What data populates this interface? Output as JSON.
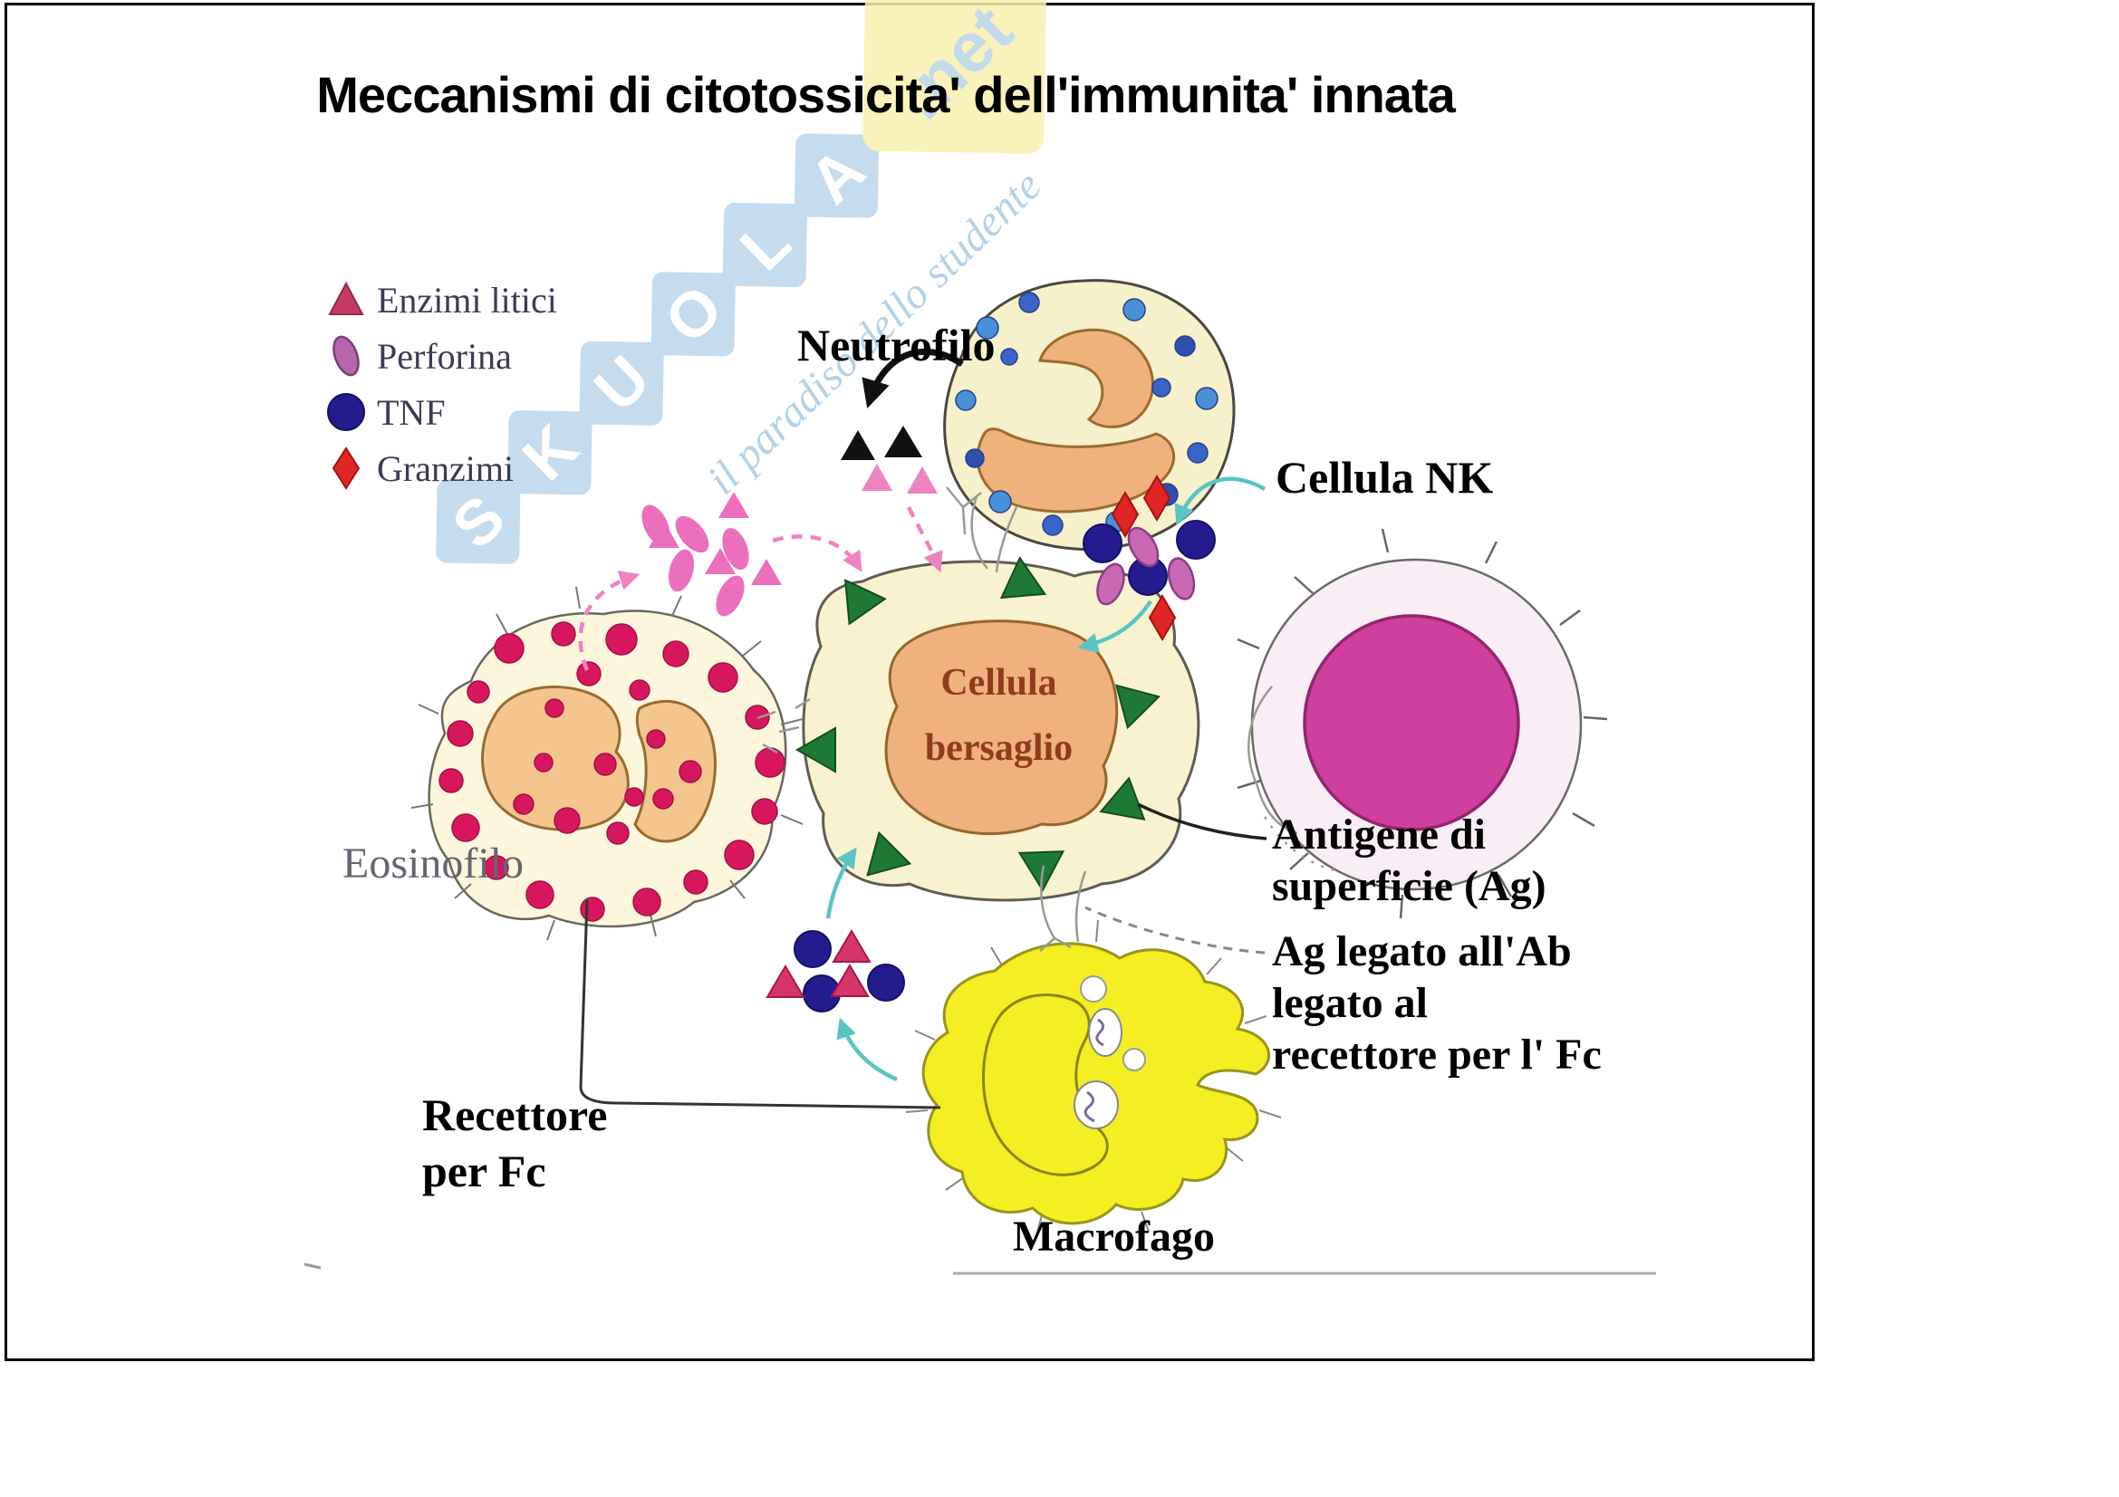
{
  "title": "Meccanismi di citotossicita' dell'immunita' innata",
  "watermark": {
    "letters": [
      "S",
      "K",
      "U",
      "O",
      "L",
      "A"
    ],
    "suffix": ".net",
    "tagline": "il paradiso dello studente"
  },
  "legend": {
    "items": [
      {
        "label": "Enzimi litici",
        "icon": "lytic-enzyme-triangle",
        "color": "#c23b62"
      },
      {
        "label": "Perforina",
        "icon": "perforin-bean",
        "color": "#b765ae"
      },
      {
        "label": "TNF",
        "icon": "tnf-circle",
        "color": "#241c8e"
      },
      {
        "label": "Granzimi",
        "icon": "granzyme-diamond",
        "color": "#e02525"
      }
    ]
  },
  "cells": {
    "neutrophil": {
      "label": "Neutrofilo"
    },
    "nk": {
      "label": "Cellula NK"
    },
    "target": {
      "line1": "Cellula",
      "line2": "bersaglio"
    },
    "eosinophil": {
      "label": "Eosinofilo"
    },
    "macrophage": {
      "label": "Macrofago"
    }
  },
  "annotations": {
    "surface_antigen": {
      "line1": "Antigene di",
      "line2": "superficie (Ag)"
    },
    "ag_ab_fc": {
      "line1": "Ag legato all'Ab",
      "line2": "legato al",
      "line3": "recettore per l' Fc"
    },
    "fc_receptor": {
      "line1": "Recettore",
      "line2": "per Fc"
    }
  },
  "colors": {
    "target_cell_fill": "#f8f2cf",
    "target_nucleus": "#efb17e",
    "antigen_green": "#1e7a33",
    "nk_nucleus": "#cf3f9e",
    "macrophage_yellow": "#f4ee22",
    "eosinophil_granule": "#d6175e",
    "neutrophil_granule_blue": "#4a90d8",
    "perforin_pink": "#ec6fbe",
    "tnf_navy": "#241c8e",
    "granzyme_red": "#e02525",
    "arrow_pink": "#ee83c2",
    "arrow_cyan": "#58c5c2",
    "watermark_blue": "#bcd6ec",
    "watermark_yellow": "#f8f0b0"
  }
}
